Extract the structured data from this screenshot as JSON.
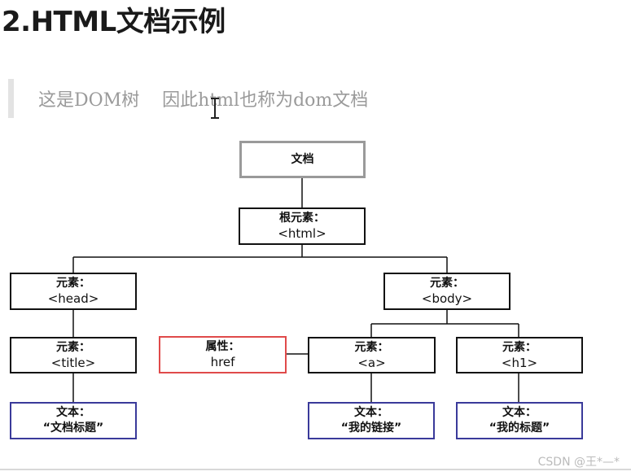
{
  "heading": "2.HTML文档示例",
  "quote": "这是DOM树    因此html也称为dom文档",
  "watermark": "CSDN @王*—*",
  "nodes": {
    "document": {
      "label": "文档"
    },
    "html": {
      "label": "根元素：",
      "value": "<html>"
    },
    "head": {
      "label": "元素：",
      "value": "<head>"
    },
    "body": {
      "label": "元素：",
      "value": "<body>"
    },
    "title": {
      "label": "元素：",
      "value": "<title>"
    },
    "href": {
      "label": "属性：",
      "value": "href"
    },
    "a": {
      "label": "元素：",
      "value": "<a>"
    },
    "h1": {
      "label": "元素：",
      "value": "<h1>"
    },
    "title_text": {
      "label": "文本：",
      "value": "“文档标题”"
    },
    "a_text": {
      "label": "文本：",
      "value": "“我的链接”"
    },
    "h1_text": {
      "label": "文本：",
      "value": "“我的标题”"
    }
  },
  "colors": {
    "document_border": "#9a9a9a",
    "attribute_border": "#e04a4a",
    "text_border": "#3a3a9a",
    "element_border": "#111111"
  }
}
